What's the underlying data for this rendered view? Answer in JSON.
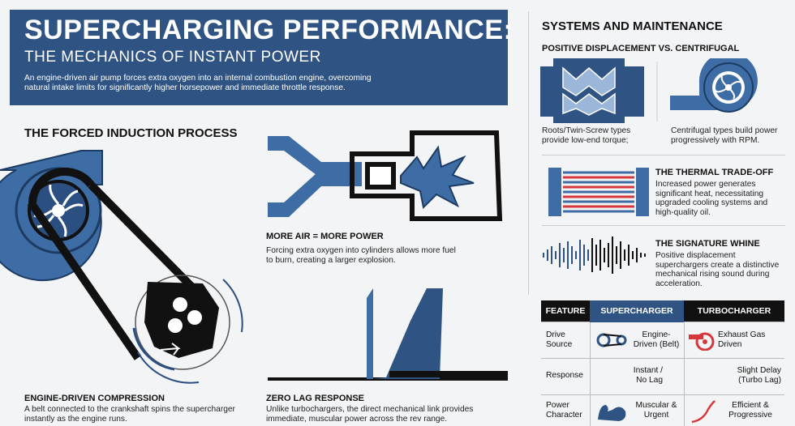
{
  "header": {
    "title": "SUPERCHARGING PERFORMANCE:",
    "subtitle": "THE MECHANICS OF INSTANT POWER",
    "intro": "An engine-driven air pump forces extra oxygen into an internal combustion engine, overcoming natural intake limits for significantly higher horsepower and immediate throttle response."
  },
  "process": {
    "heading": "THE FORCED INDUCTION PROCESS",
    "compression": {
      "title": "ENGINE-DRIVEN COMPRESSION",
      "text": "A belt connected to the crankshaft spins the supercharger instantly as the engine runs."
    },
    "more_air": {
      "title": "MORE AIR = MORE POWER",
      "text": "Forcing extra oxygen into cylinders allows more fuel to burn, creating a larger explosion."
    },
    "zero_lag": {
      "title": "ZERO LAG RESPONSE",
      "text": "Unlike turbochargers, the direct mechanical link provides immediate, muscular power across the rev range."
    }
  },
  "systems": {
    "heading": "SYSTEMS AND MAINTENANCE",
    "pd_vs_cf": {
      "title": "POSITIVE DISPLACEMENT VS. CENTRIFUGAL",
      "left_text": "Roots/Twin-Screw types provide low-end torque;",
      "right_text": "Centrifugal types build power progressively with RPM."
    },
    "thermal": {
      "title": "THE THERMAL TRADE-OFF",
      "text": "Increased power generates significant heat, necessitating upgraded cooling systems and high-quality oil."
    },
    "whine": {
      "title": "THE SIGNATURE WHINE",
      "text": "Positive displacement superchargers create a distinctive mechanical rising sound during acceleration."
    }
  },
  "table": {
    "headers": [
      "FEATURE",
      "SUPERCHARGER",
      "TURBOCHARGER"
    ],
    "rows": [
      {
        "feature": "Drive Source",
        "supercharger": "Engine-Driven (Belt)",
        "turbocharger": "Exhaust Gas Driven"
      },
      {
        "feature": "Response",
        "supercharger": "Instant / No Lag",
        "turbocharger": "Slight Delay (Turbo Lag)"
      },
      {
        "feature": "Power Character",
        "supercharger": "Muscular & Urgent",
        "turbocharger": "Efficient & Progressive"
      }
    ]
  },
  "colors": {
    "navy": "#2f5483",
    "blue": "#3d6da4",
    "red": "#d6373a",
    "black": "#111111"
  },
  "icons": [
    "supercharger-icon",
    "belt-icon",
    "pulley-icon",
    "intake-manifold-icon",
    "piston-explosion-icon",
    "lag-graph-icon",
    "screw-rotor-icon",
    "centrifugal-compressor-icon",
    "intercooler-icon",
    "sound-wave-icon",
    "belt-drive-icon",
    "turbo-icon",
    "muscle-arm-icon",
    "progressive-curve-icon"
  ]
}
